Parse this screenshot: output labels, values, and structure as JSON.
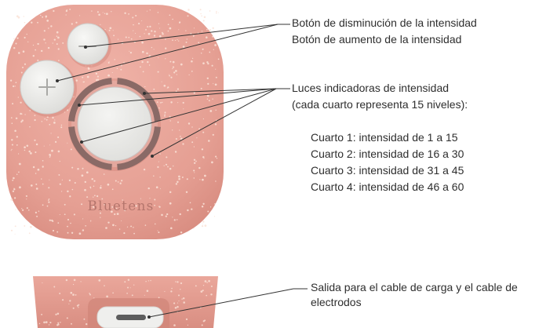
{
  "device": {
    "brand": "Bluetens",
    "body_color": "#e8a397",
    "button_color": "#ececea",
    "ring_color": "#8a6a66"
  },
  "labels": {
    "decrease_button": "Botón de disminución de la intensidad",
    "increase_button": "Botón de aumento de la intensidad",
    "indicator_title": "Luces indicadoras de intensidad",
    "indicator_note": "(cada cuarto representa 15 niveles):",
    "quarters": [
      "Cuarto 1: intensidad de 1 a 15",
      "Cuarto 2: intensidad de 16 a 30",
      "Cuarto 3: intensidad de 31 a 45",
      "Cuarto 4: intensidad de 46 a 60"
    ],
    "port": "Salida para el cable de carga y el cable de electrodos"
  }
}
